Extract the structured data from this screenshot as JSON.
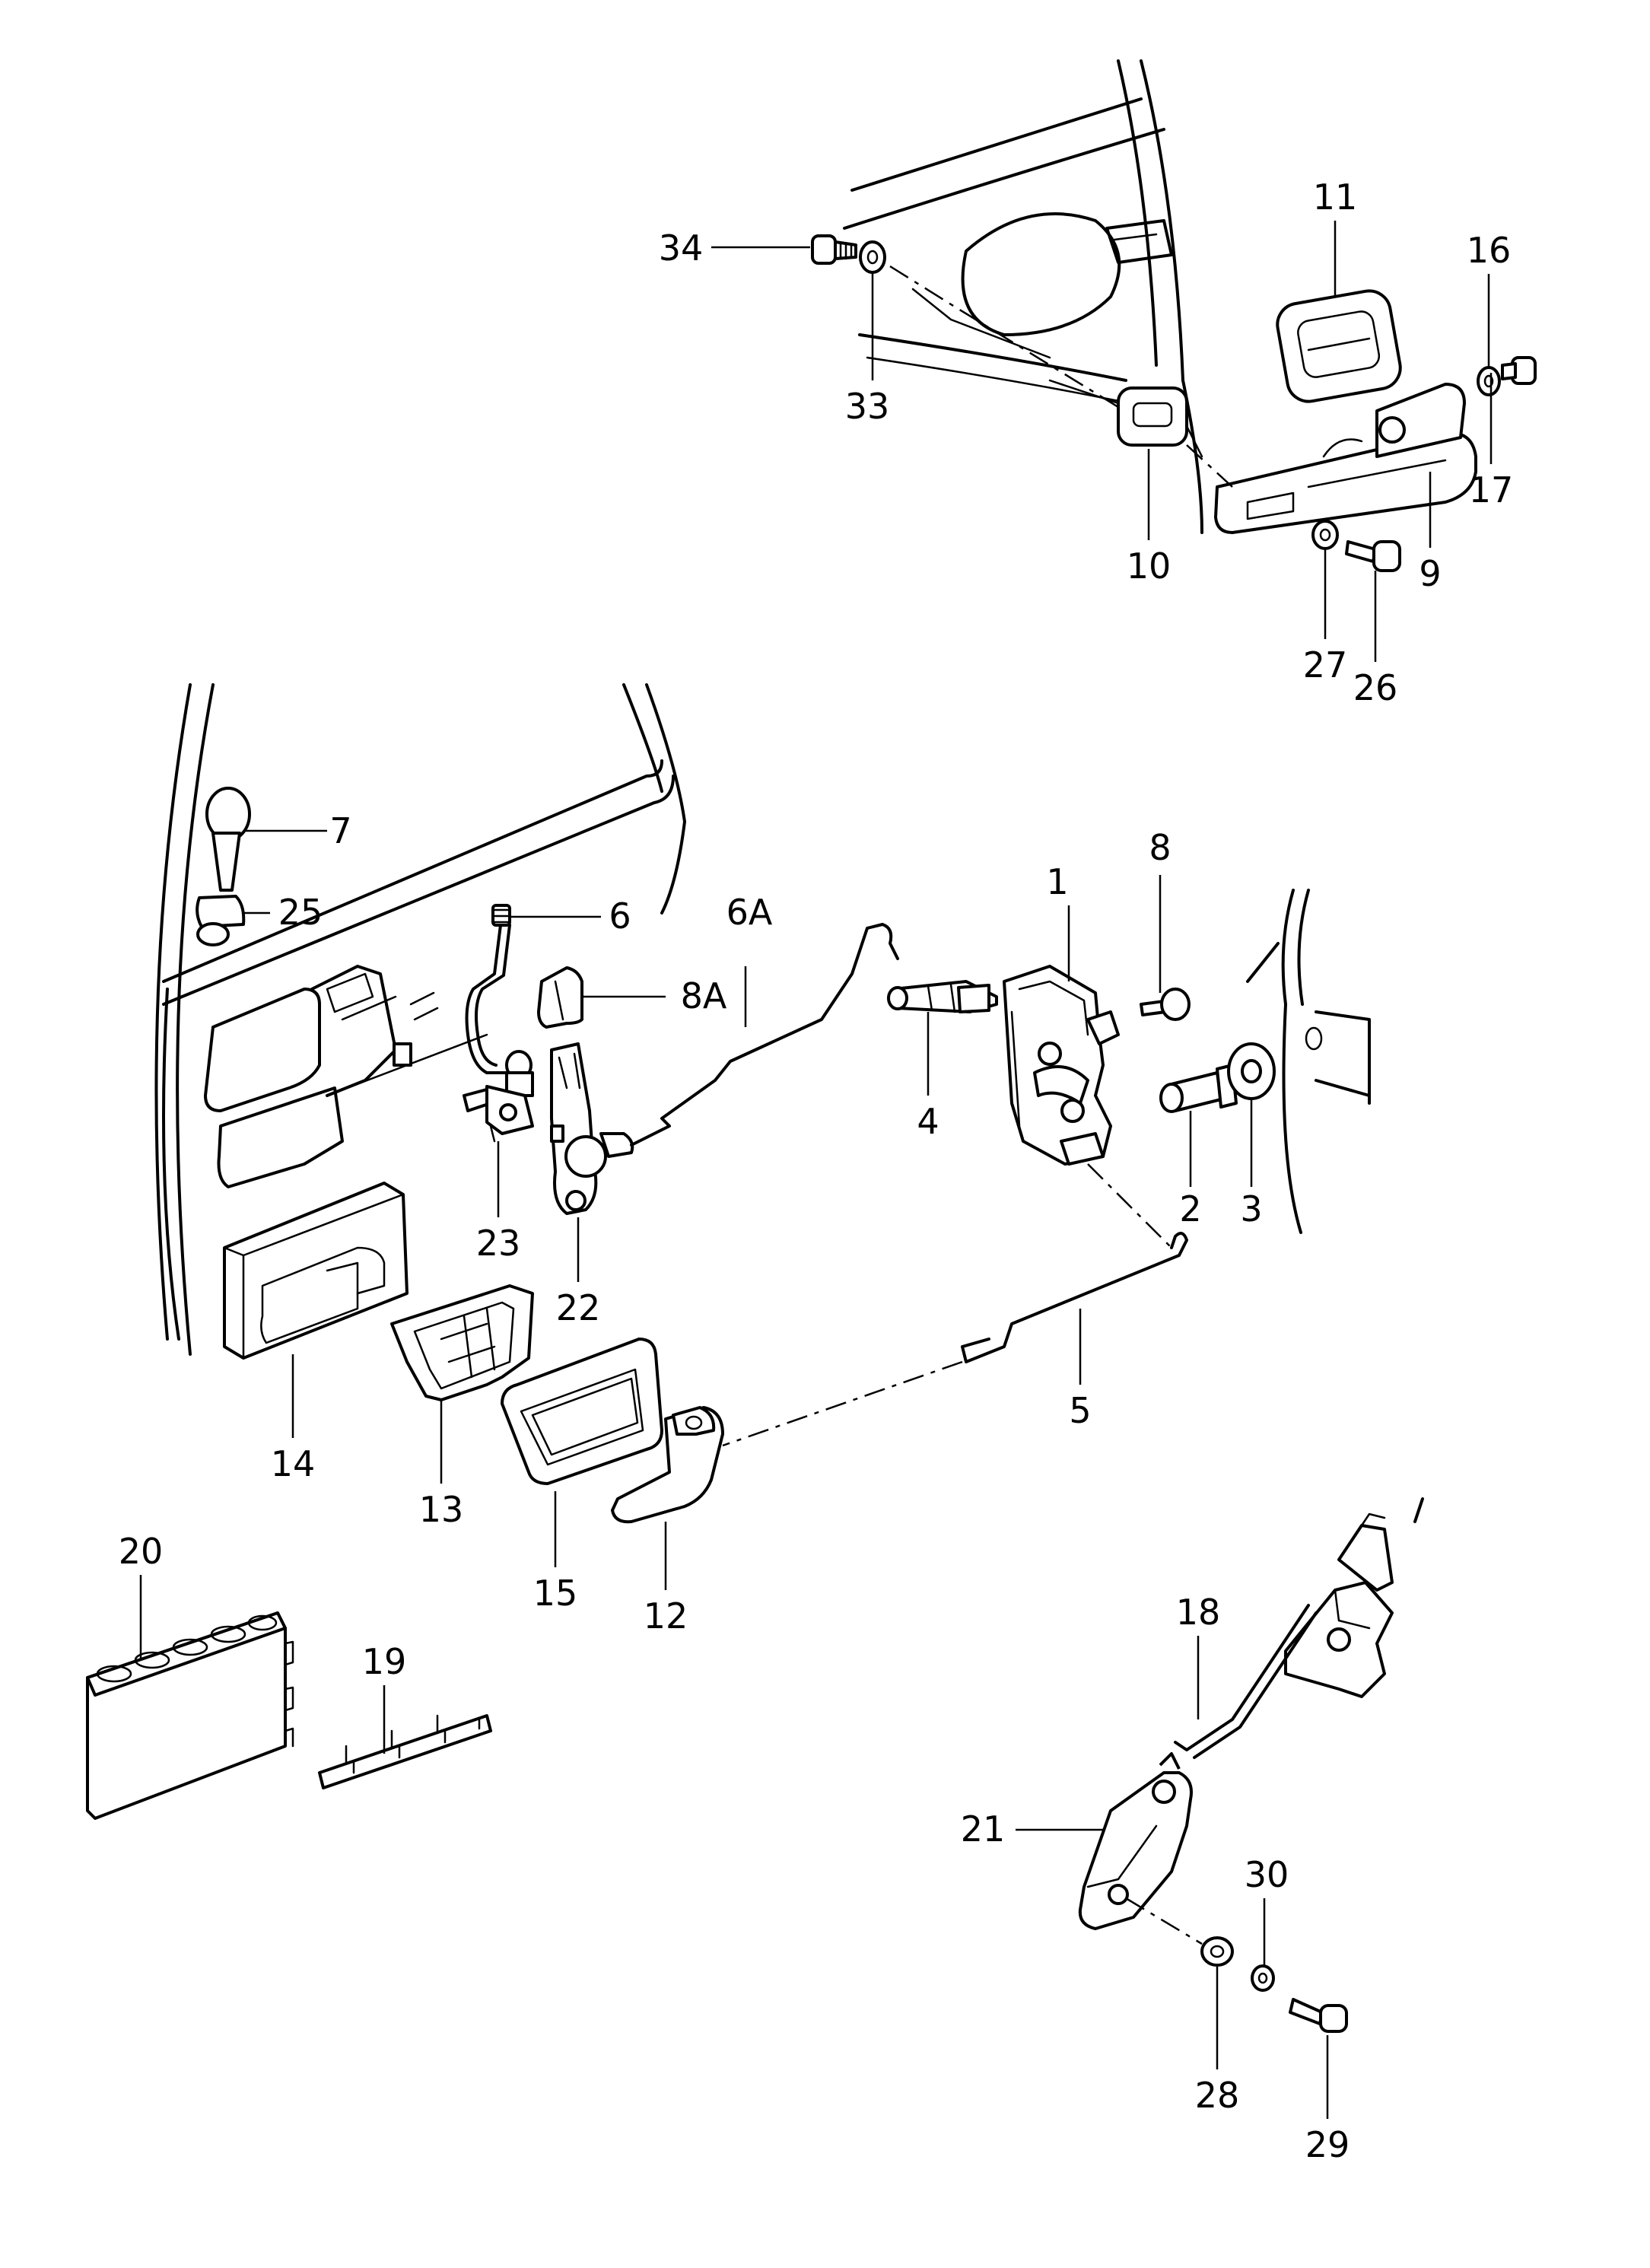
{
  "diagram": {
    "parts": [
      {
        "id": "p1",
        "label": "1"
      },
      {
        "id": "p2",
        "label": "2"
      },
      {
        "id": "p3",
        "label": "3"
      },
      {
        "id": "p4",
        "label": "4"
      },
      {
        "id": "p5",
        "label": "5"
      },
      {
        "id": "p6",
        "label": "6"
      },
      {
        "id": "p6a",
        "label": "6A"
      },
      {
        "id": "p7",
        "label": "7"
      },
      {
        "id": "p8",
        "label": "8"
      },
      {
        "id": "p8a",
        "label": "8A"
      },
      {
        "id": "p9",
        "label": "9"
      },
      {
        "id": "p10",
        "label": "10"
      },
      {
        "id": "p11",
        "label": "11"
      },
      {
        "id": "p12",
        "label": "12"
      },
      {
        "id": "p13",
        "label": "13"
      },
      {
        "id": "p14",
        "label": "14"
      },
      {
        "id": "p15",
        "label": "15"
      },
      {
        "id": "p16",
        "label": "16"
      },
      {
        "id": "p17",
        "label": "17"
      },
      {
        "id": "p18",
        "label": "18"
      },
      {
        "id": "p19",
        "label": "19"
      },
      {
        "id": "p20",
        "label": "20"
      },
      {
        "id": "p21",
        "label": "21"
      },
      {
        "id": "p22",
        "label": "22"
      },
      {
        "id": "p23",
        "label": "23"
      },
      {
        "id": "p25",
        "label": "25"
      },
      {
        "id": "p26",
        "label": "26"
      },
      {
        "id": "p27",
        "label": "27"
      },
      {
        "id": "p28",
        "label": "28"
      },
      {
        "id": "p29",
        "label": "29"
      },
      {
        "id": "p30",
        "label": "30"
      },
      {
        "id": "p33",
        "label": "33"
      },
      {
        "id": "p34",
        "label": "34"
      }
    ]
  }
}
